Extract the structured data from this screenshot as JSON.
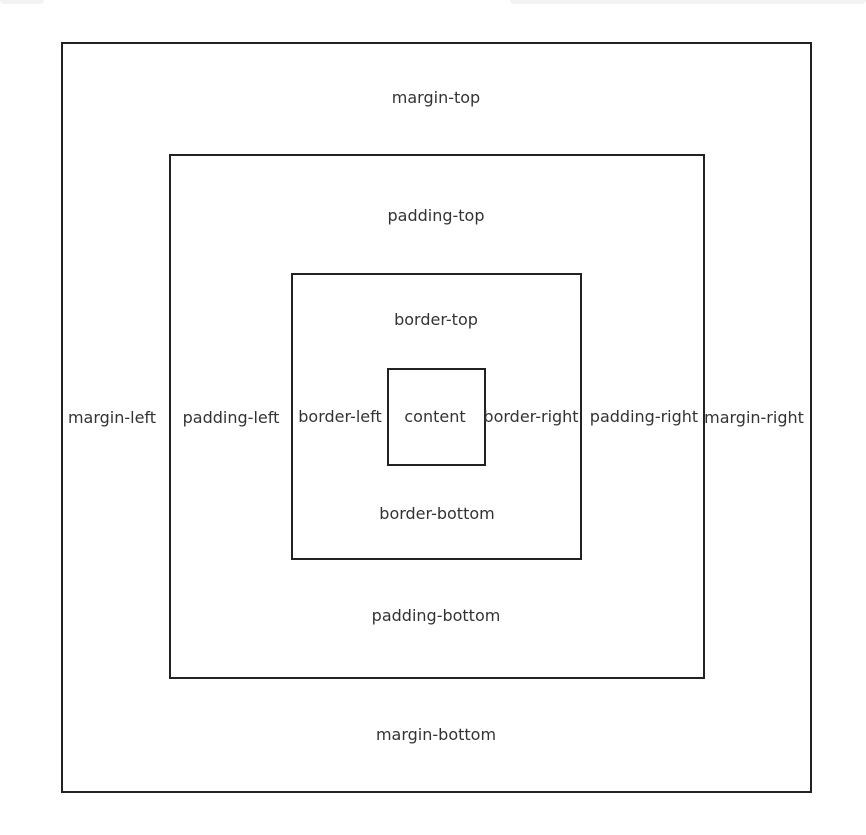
{
  "labels": {
    "margin_top": "margin-top",
    "margin_bottom": "margin-bottom",
    "margin_left": "margin-left",
    "margin_right": "margin-right",
    "padding_top": "padding-top",
    "padding_bottom": "padding-bottom",
    "padding_left": "padding-left",
    "padding_right": "padding-right",
    "border_top": "border-top",
    "border_bottom": "border-bottom",
    "border_left": "border-left",
    "border_right": "border-right",
    "content": "content"
  },
  "colors": {
    "stroke": "#222222",
    "text": "#333333",
    "background": "#ffffff"
  }
}
